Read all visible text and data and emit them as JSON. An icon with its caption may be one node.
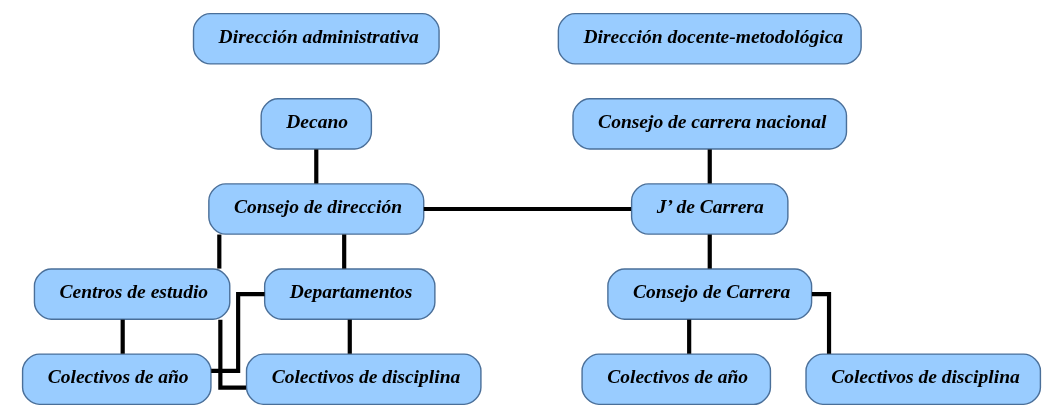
{
  "diagram": {
    "nodes": [
      {
        "text": [
          "Dirección administrativa"
        ]
      },
      {
        "text": [
          "Dirección docente-metodológica"
        ]
      },
      {
        "text": [
          "Decano"
        ]
      },
      {
        "text": [
          "Consejo de carrera nacional"
        ]
      },
      {
        "text": [
          "Consejo de dirección"
        ]
      },
      {
        "text": [
          "J’ de Carrera"
        ]
      },
      {
        "text": [
          "Centros de estudio"
        ]
      },
      {
        "text": [
          "Departamentos"
        ]
      },
      {
        "text": [
          "Consejo de Carrera"
        ]
      },
      {
        "text": [
          "Colectivos de año"
        ]
      },
      {
        "text": [
          "Colectivos de año"
        ]
      },
      {
        "text": [
          "Colectivos de disciplina"
        ]
      },
      {
        "text": [
          "Colectivos de disciplina"
        ]
      }
    ],
    "edges": [
      {
        "from": 2,
        "to": 4,
        "arrow": "none"
      },
      {
        "from": 4,
        "to": 5,
        "arrow": "none"
      },
      {
        "from": 3,
        "to": 5,
        "arrow": "none"
      },
      {
        "from": 4,
        "to": 6,
        "arrow": "none"
      },
      {
        "from": 4,
        "to": 7,
        "arrow": "none"
      },
      {
        "from": 5,
        "to": 8,
        "arrow": "none"
      },
      {
        "from": 6,
        "to": 9,
        "arrow": "none"
      },
      {
        "from": 7,
        "to": 9,
        "arrow": "none"
      },
      {
        "from": 8,
        "to": 10,
        "arrow": "none"
      },
      {
        "from": 8,
        "to": 11,
        "arrow": "none"
      },
      {
        "from": 6,
        "to": 12,
        "arrow": "none"
      },
      {
        "from": 7,
        "to": 12,
        "arrow": "none"
      }
    ]
  }
}
